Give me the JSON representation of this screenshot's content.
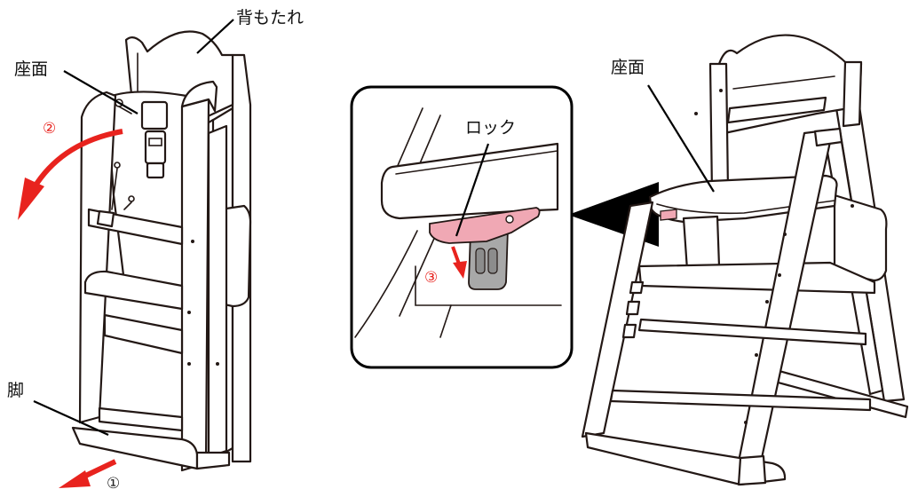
{
  "labels": {
    "backrest": "背もたれ",
    "seat_left": "座面",
    "seat_right": "座面",
    "leg": "脚",
    "lock": "ロック"
  },
  "steps": {
    "step1": "①",
    "step2": "②",
    "step3": "③"
  },
  "colors": {
    "line": "#231815",
    "arrow_red": "#e8231e",
    "lock_pink": "#f0a8b4",
    "lock_grey": "#a8a8a8"
  }
}
